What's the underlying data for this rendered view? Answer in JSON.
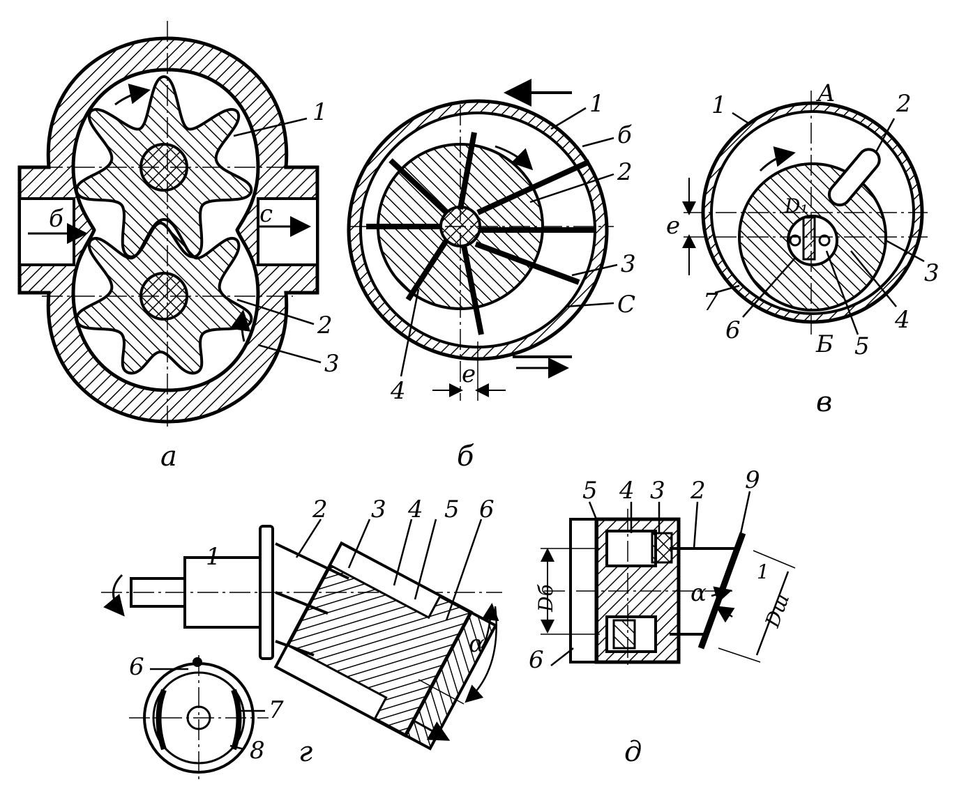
{
  "figures": {
    "a": {
      "caption": "а",
      "labels": {
        "l1": "1",
        "l2": "2",
        "l3": "3",
        "inlet": "б",
        "outlet": "с"
      }
    },
    "b": {
      "caption": "б",
      "labels": {
        "l1": "1",
        "l2": "2",
        "l3": "3",
        "l4": "4",
        "l6": "б",
        "lc": "С",
        "le": "е"
      }
    },
    "v": {
      "caption": "в",
      "labels": {
        "la": "А",
        "lb": "Б",
        "l1": "1",
        "l2": "2",
        "l3": "3",
        "l4": "4",
        "l5": "5",
        "l6": "6",
        "l7": "7",
        "le": "е",
        "ld": "D₁"
      }
    },
    "g": {
      "caption": "г",
      "labels": {
        "l1": "1",
        "l2": "2",
        "l3": "3",
        "l4": "4",
        "l5": "5",
        "l6": "6",
        "l6b": "6",
        "l7": "7",
        "l8": "8",
        "alpha": "α"
      }
    },
    "d": {
      "caption": "д",
      "labels": {
        "l2": "2",
        "l3": "3",
        "l4": "4",
        "l5": "5",
        "l6": "6",
        "l9": "9",
        "alpha": "α",
        "db": "Dб",
        "dsh": "Dш",
        "one": "1"
      }
    }
  },
  "colors": {
    "ink": "#000000",
    "paper": "#ffffff"
  }
}
